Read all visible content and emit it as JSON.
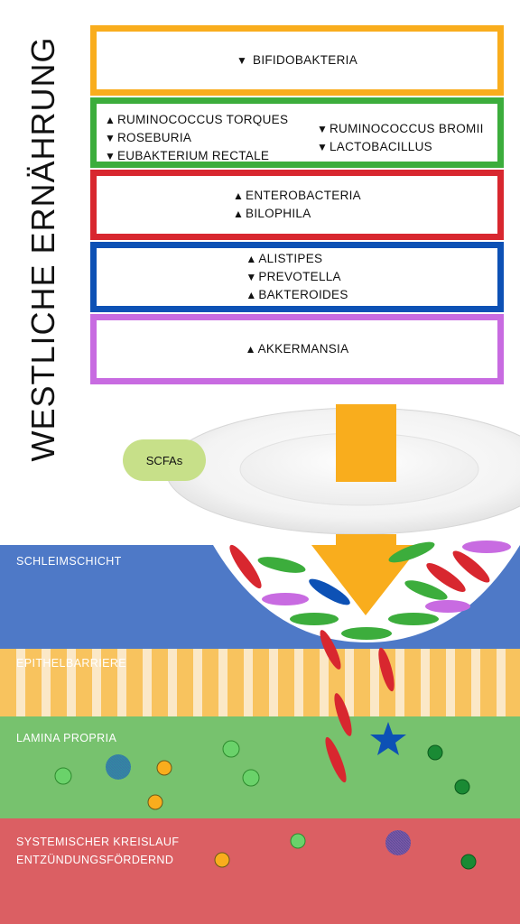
{
  "title": "WESTLICHE ERNÄHRUNG",
  "boxes": {
    "b1": {
      "l1_arrow": "▼",
      "l1_text": "BIFIDOBAKTERIA"
    },
    "b2": {
      "l1_arrow": "▲",
      "l1_text": "RUMINOCOCCUS TORQUES",
      "l2_arrow": "▼",
      "l2_text": "ROSEBURIA",
      "l3_arrow": "▼",
      "l3_text": "EUBAKTERIUM RECTALE",
      "r1_arrow": "▼",
      "r1_text": "RUMINOCOCCUS BROMII",
      "r2_arrow": "▼",
      "r2_text": "LACTOBACILLUS"
    },
    "b3": {
      "l1_arrow": "▲",
      "l1_text": "ENTEROBACTERIA",
      "l2_arrow": "▲",
      "l2_text": "BILOPHILA"
    },
    "b4": {
      "l1_arrow": "▲",
      "l1_text": "ALISTIPES",
      "l2_arrow": "▼",
      "l2_text": "PREVOTELLA",
      "l3_arrow": "▲",
      "l3_text": "BAKTEROIDES"
    },
    "b5": {
      "l1_arrow": "▲",
      "l1_text": "AKKERMANSIA"
    }
  },
  "scfa_label": "SCFAs",
  "layers": {
    "mucus": "SCHLEIMSCHICHT",
    "epithelium": "EPITHELBARRIERE",
    "lamina": "LAMINA PROPRIA",
    "blood_l1": "SYSTEMISCHER KREISLAUF",
    "blood_l2": "ENTZÜNDUNGSFÖRDERND"
  },
  "colors": {
    "orange": "#f9ad1d",
    "green": "#3cad3c",
    "red": "#d8272f",
    "blue": "#0d51b5",
    "purple": "#c86be1",
    "mucus": "#4e79c7",
    "lamina": "#77c26e",
    "blood": "#db5f63",
    "arrow": "#f9ad1d"
  },
  "icons": {
    "up": "triangle-up-icon",
    "down": "triangle-down-icon",
    "star": "star-icon"
  }
}
